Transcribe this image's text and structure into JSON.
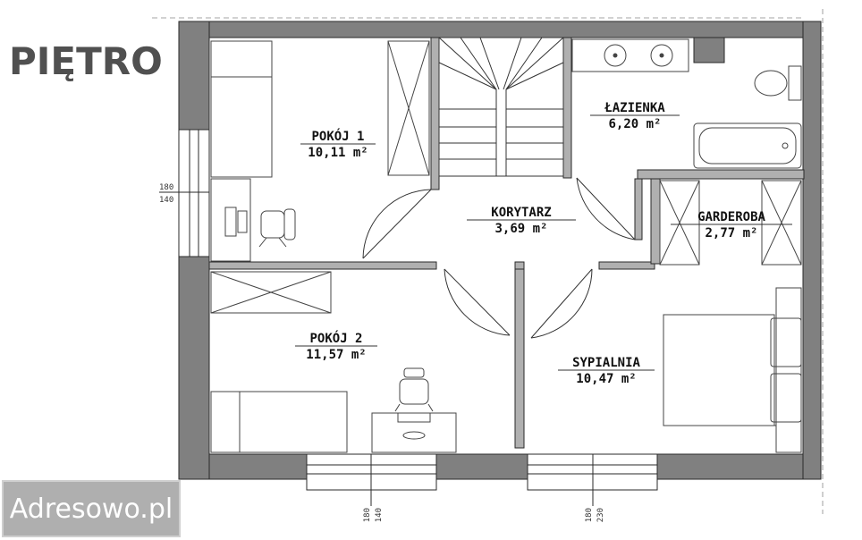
{
  "floor_title": "PIĘTRO",
  "watermark": "Adresowo.pl",
  "rooms": [
    {
      "name": "POKÓJ 1",
      "area": "10,11 m²"
    },
    {
      "name": "KORYTARZ",
      "area": "3,69 m²"
    },
    {
      "name": "ŁAZIENKA",
      "area": "6,20 m²"
    },
    {
      "name": "GARDEROBA",
      "area": "2,77 m²"
    },
    {
      "name": "POKÓJ 2",
      "area": "11,57 m²"
    },
    {
      "name": "SYPIALNIA",
      "area": "10,47 m²"
    }
  ],
  "windows": [
    {
      "width": "180",
      "height": "140"
    },
    {
      "width": "180",
      "height": "140"
    },
    {
      "width": "180",
      "height": "230"
    }
  ],
  "colors": {
    "wall": "#808080",
    "wall_stroke": "#2a2a2a",
    "line": "#333333",
    "title": "#505050"
  }
}
